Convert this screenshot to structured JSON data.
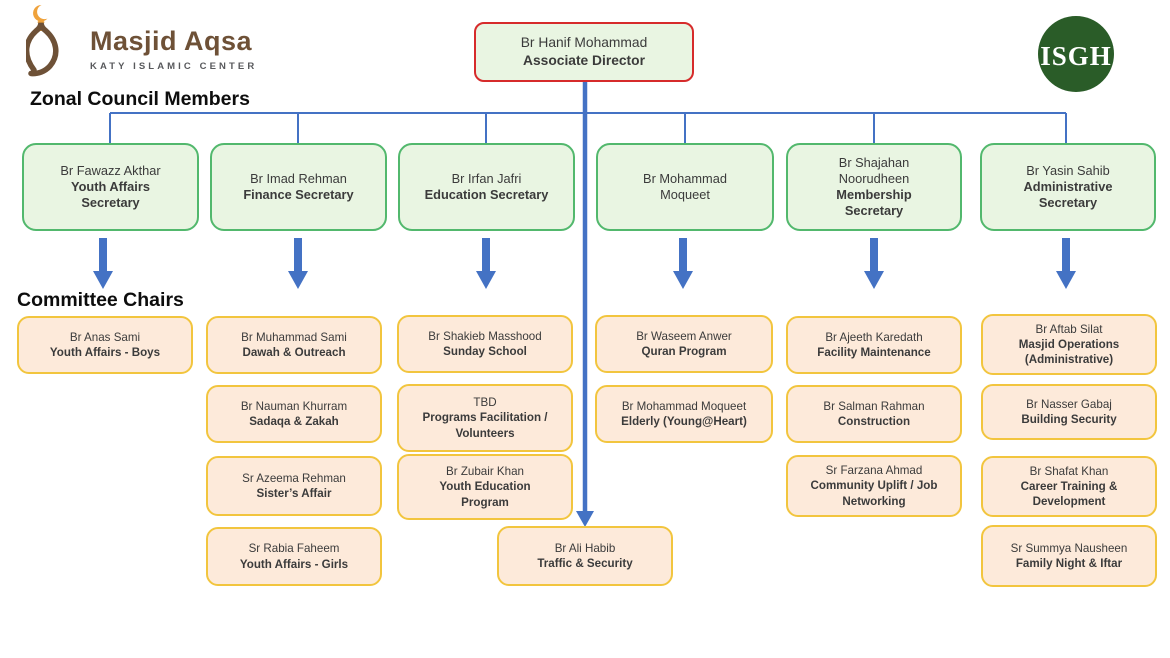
{
  "brand": {
    "title": "Masjid Aqsa",
    "subtitle": "KATY ISLAMIC CENTER"
  },
  "isgh": {
    "text": "ISGH"
  },
  "headings": {
    "zonal": "Zonal Council Members",
    "committee": "Committee Chairs"
  },
  "director": {
    "name": "Br Hanif Mohammad",
    "role": "Associate Director"
  },
  "council": [
    {
      "name": "Br Fawazz Akthar",
      "role": "Youth Affairs Secretary"
    },
    {
      "name": "Br Imad Rehman",
      "role": "Finance Secretary"
    },
    {
      "name": "Br Irfan Jafri",
      "role": "Education Secretary"
    },
    {
      "name": "Br Mohammad Moqueet",
      "role": ""
    },
    {
      "name": "Br Shajahan Noorudheen",
      "role": "Membership Secretary"
    },
    {
      "name": "Br Yasin Sahib",
      "role": "Administrative Secretary"
    }
  ],
  "committees": {
    "col1": [
      {
        "name": "Br Anas Sami",
        "role": "Youth Affairs - Boys"
      }
    ],
    "col2": [
      {
        "name": "Br Muhammad Sami",
        "role": "Dawah & Outreach"
      },
      {
        "name": "Br Nauman Khurram",
        "role": "Sadaqa & Zakah"
      },
      {
        "name": "Sr Azeema Rehman",
        "role": "Sister’s Affair"
      },
      {
        "name": "Sr Rabia Faheem",
        "role": "Youth Affairs - Girls"
      }
    ],
    "col3": [
      {
        "name": "Br Shakieb Masshood",
        "role": "Sunday School"
      },
      {
        "name": "TBD",
        "role": "Programs Facilitation / Volunteers"
      },
      {
        "name": "Br Zubair Khan",
        "role": "Youth Education Program"
      }
    ],
    "col4": [
      {
        "name": "Br Waseem Anwer",
        "role": "Quran Program"
      },
      {
        "name": "Br Mohammad Moqueet",
        "role": "Elderly (Young@Heart)"
      },
      {
        "name": "Br Ali Habib",
        "role": "Traffic & Security"
      }
    ],
    "col5": [
      {
        "name": "Br Ajeeth Karedath",
        "role": "Facility Maintenance"
      },
      {
        "name": "Br Salman Rahman",
        "role": "Construction"
      },
      {
        "name": "Sr Farzana Ahmad",
        "role": "Community Uplift / Job Networking"
      }
    ],
    "col6": [
      {
        "name": "Br Aftab Silat",
        "role": "Masjid Operations (Administrative)"
      },
      {
        "name": "Br Nasser Gabaj",
        "role": "Building Security"
      },
      {
        "name": "Br Shafat Khan",
        "role": "Career Training & Development"
      },
      {
        "name": "Sr Summya Nausheen",
        "role": "Family Night & Iftar"
      }
    ]
  },
  "colors": {
    "council_fill": "#e9f5e2",
    "council_border": "#52b86d",
    "director_border": "#d62b2b",
    "committee_fill": "#fdeada",
    "committee_border": "#f2c53e",
    "connector_blue": "#4472c4",
    "brand_brown": "#6e5137",
    "brand_orange": "#efa23b",
    "isgh_green": "#2a5c28"
  }
}
